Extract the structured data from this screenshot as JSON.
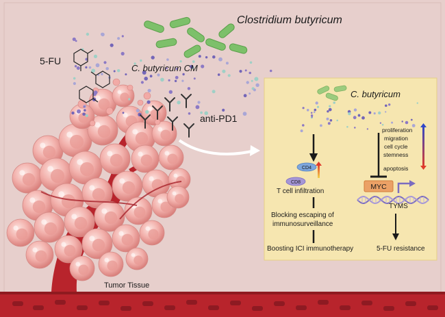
{
  "labels": {
    "bacterium": "Clostridium butyricum",
    "drug": "5-FU",
    "conditioned_medium": "C. butyricum CM",
    "antibody": "anti-PD1",
    "tissue": "Tumor Tissue"
  },
  "panel": {
    "bacterium": "C. butyricum",
    "markers": [
      "CD4",
      "CD8"
    ],
    "t_cell": "T cell infiltration",
    "blocking_line1": "Blocking  escaping of",
    "blocking_line2": "immunosurveillance",
    "boosting": "Boosting ICI immunotherapy",
    "processes": [
      "proliferation",
      "migration",
      "cell cycle",
      "stemness"
    ],
    "apoptosis": "apoptosis",
    "gene": "MYC",
    "target": "TYMS",
    "resistance": "5-FU resistance"
  },
  "colors": {
    "background": "#e7cfcc",
    "panel": "#f6e6b0",
    "bacteria": "#7dc06a",
    "vessel": "#b8242c",
    "cell": "#f2aaa6",
    "myc_box": "#eba166",
    "dna": "#7b6cc0",
    "cd4": "#7ea6dc",
    "cd8": "#a596d6"
  }
}
